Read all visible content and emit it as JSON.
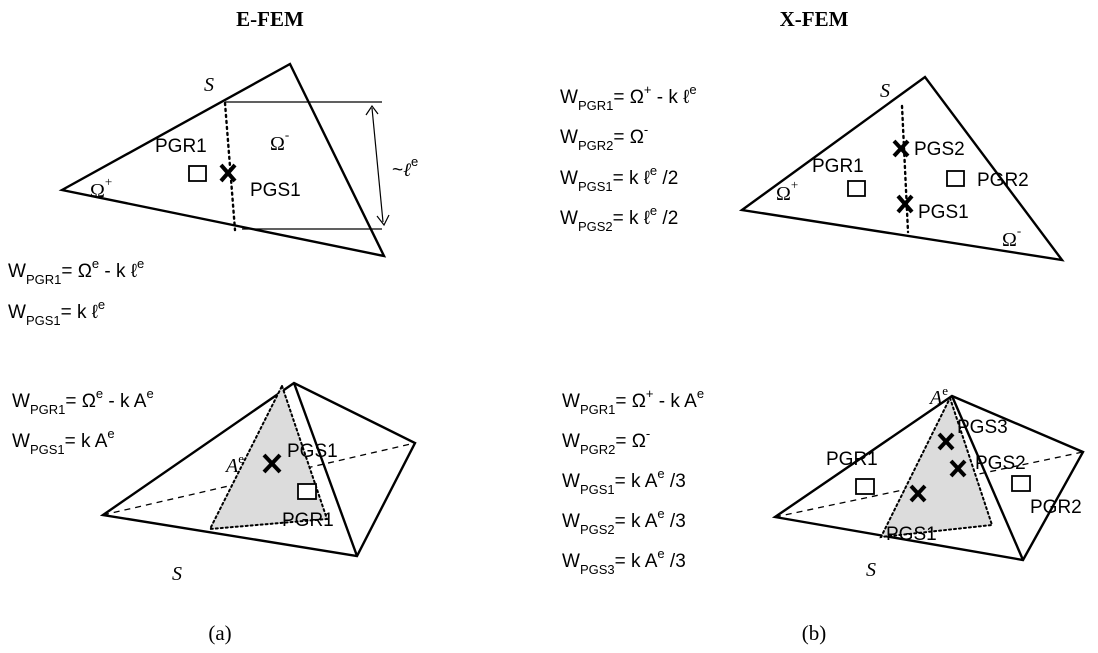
{
  "headings": {
    "left": "E-FEM",
    "right": "X-FEM"
  },
  "captions": {
    "left": "(a)",
    "right": "(b)"
  },
  "symbols": {
    "surface": "S",
    "omega_plus": "Ω",
    "omega_minus": "Ω",
    "plus": "+",
    "minus": "-",
    "tilde": "~",
    "ell": "ℓ",
    "area": "A",
    "e": "e"
  },
  "points": {
    "pgr1": "PGR1",
    "pgr2": "PGR2",
    "pgs1": "PGS1",
    "pgs2": "PGS2",
    "pgs3": "PGS3"
  },
  "weights": {
    "w": "W",
    "efem_2d": [
      {
        "sub": "PGR1",
        "rhs": "= Ω",
        "rhs_sup": "e",
        "rhs_tail": " - k ℓ",
        "tail_sup": "e"
      },
      {
        "sub": "PGS1",
        "rhs": "=  k ℓ",
        "rhs_sup": "e"
      }
    ],
    "xfem_2d": [
      {
        "sub": "PGR1",
        "rhs": "= Ω",
        "rhs_sup": "+",
        "rhs_tail": " - k ℓ",
        "tail_sup": "e"
      },
      {
        "sub": "PGR2",
        "rhs": "= Ω",
        "rhs_sup": "-"
      },
      {
        "sub": "PGS1",
        "rhs": "=  k ℓ",
        "rhs_sup": "e",
        "rhs_tail": " /2"
      },
      {
        "sub": "PGS2",
        "rhs": "=  k ℓ",
        "rhs_sup": "e",
        "rhs_tail": " /2"
      }
    ],
    "efem_3d": [
      {
        "sub": "PGR1",
        "rhs": "= Ω",
        "rhs_sup": "e",
        "rhs_tail": " - k A",
        "tail_sup": "e"
      },
      {
        "sub": "PGS1",
        "rhs": "=  k A",
        "rhs_sup": "e"
      }
    ],
    "xfem_3d": [
      {
        "sub": "PGR1",
        "rhs": "= Ω",
        "rhs_sup": "+",
        "rhs_tail": " - k A",
        "tail_sup": "e"
      },
      {
        "sub": "PGR2",
        "rhs": "= Ω",
        "rhs_sup": "-"
      },
      {
        "sub": "PGS1",
        "rhs": "=  k A",
        "rhs_sup": "e",
        "rhs_tail": " /3"
      },
      {
        "sub": "PGS2",
        "rhs": "=  k A",
        "rhs_sup": "e",
        "rhs_tail": " /3"
      },
      {
        "sub": "PGS3",
        "rhs": "=  k A",
        "rhs_sup": "e",
        "rhs_tail": " /3"
      }
    ]
  }
}
